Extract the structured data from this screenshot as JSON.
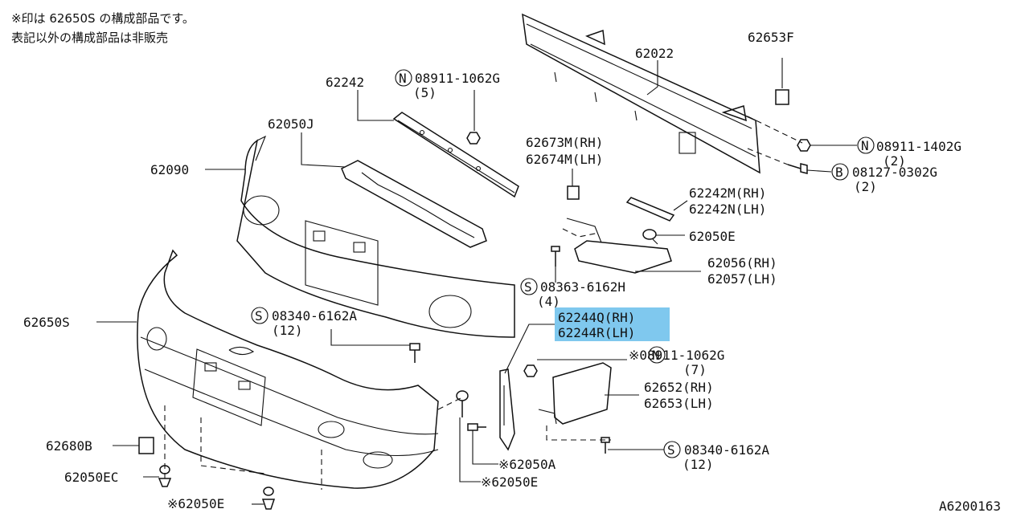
{
  "notes": {
    "line1": "※印は 62650S の構成部品です。",
    "line2": "表記以外の構成部品は非販売"
  },
  "diagram_id": "A6200163",
  "parts": {
    "p62022": "62022",
    "p62653F": "62653F",
    "n08911_1402G": "08911-1402G",
    "n08911_1402G_qty": "(2)",
    "b08127_0302G": "08127-0302G",
    "b08127_0302G_qty": "(2)",
    "p62242": "62242",
    "n08911_1062G_top": "08911-1062G",
    "n08911_1062G_top_qty": "(5)",
    "p62050J": "62050J",
    "p62090": "62090",
    "p62673M": "62673M(RH)",
    "p62674M": "62674M(LH)",
    "p62242M": "62242M(RH)",
    "p62242N": "62242N(LH)",
    "p62050E_right": "62050E",
    "p62056": "62056(RH)",
    "p62057": "62057(LH)",
    "s08363_6162H": "08363-6162H",
    "s08363_6162H_qty": "(4)",
    "p62244Q": "62244Q(RH)",
    "p62244R": "62244R(LH)",
    "p62650S": "62650S",
    "s08340_6162A_left": "08340-6162A",
    "s08340_6162A_left_qty": "(12)",
    "n08911_1062G_mid": "※08911-1062G",
    "n08911_1062G_mid_qty": "(7)",
    "p62652": "62652(RH)",
    "p62653": "62653(LH)",
    "s08340_6162A_right": "08340-6162A",
    "s08340_6162A_right_qty": "(12)",
    "p62680B": "62680B",
    "p62050EC": "62050EC",
    "p62050A": "※62050A",
    "p62050E_bottom": "※62050E",
    "p62050E_lower_left": "※62050E"
  },
  "prefix_symbols": {
    "nut": "N",
    "bolt": "B",
    "screw": "S"
  },
  "colors": {
    "line": "#111111",
    "highlight": "#7fc8ee"
  }
}
